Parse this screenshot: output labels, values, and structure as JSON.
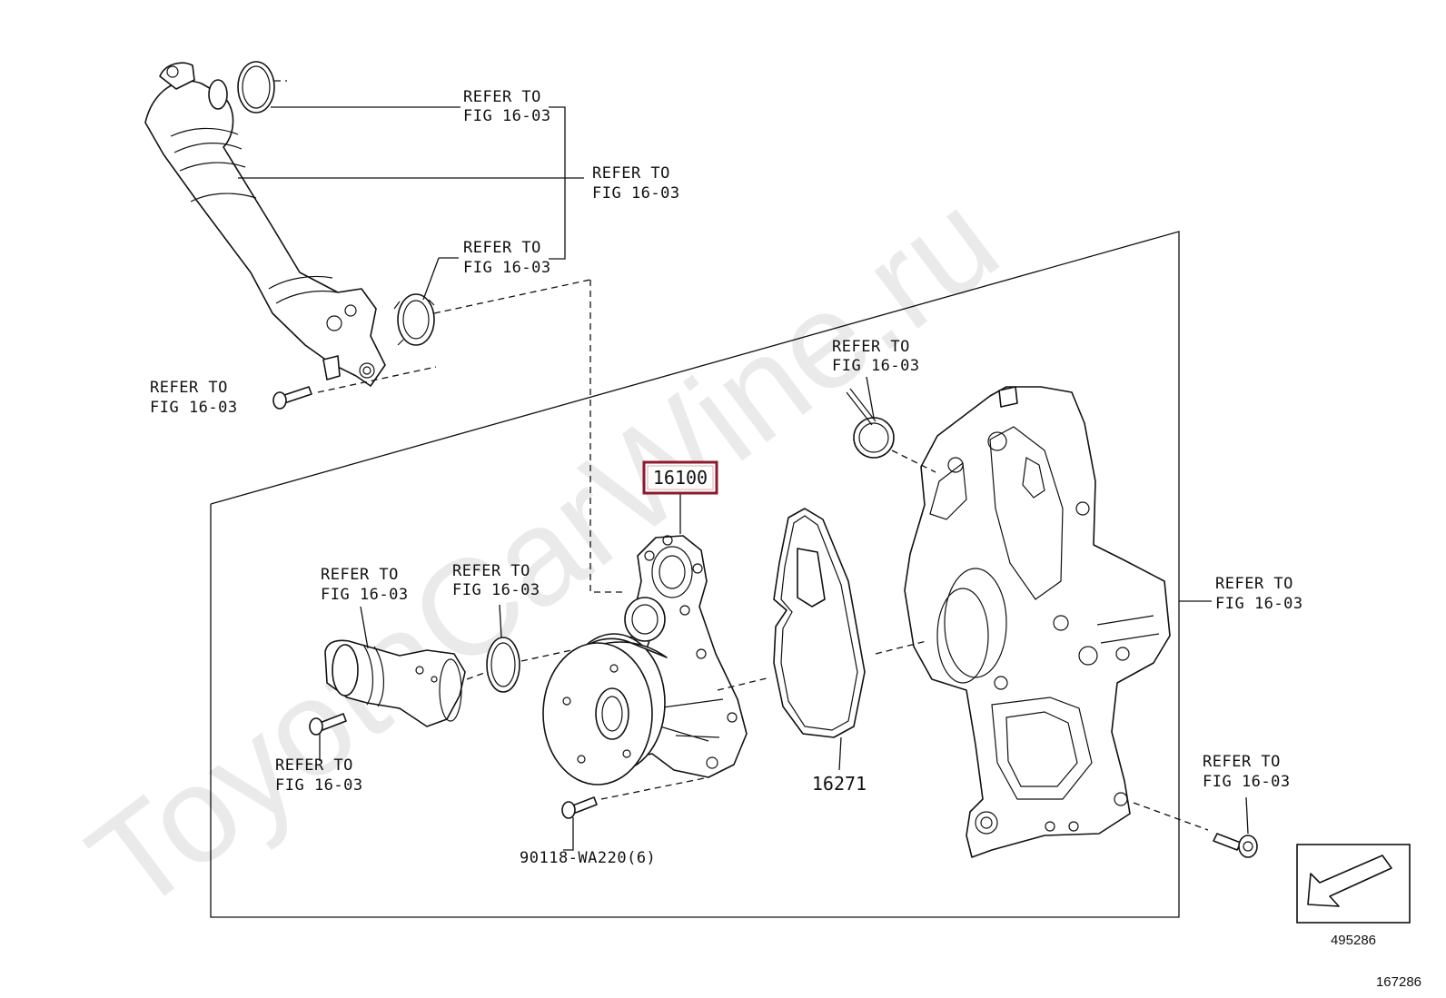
{
  "watermark": "ToyotaCarWine.ru",
  "refer_label": "REFER TO",
  "refer_fig": "FIG 16-03",
  "callouts": {
    "highlighted_part": "16100",
    "gasket": "16271",
    "bolt": "90118-WA220(6)"
  },
  "corner_ids": {
    "direction_box": "495286",
    "page": "167286"
  },
  "colors": {
    "highlight_border": "#8b1a2e",
    "line": "#111111",
    "watermark": "#d9d9d9"
  },
  "icons": [
    "front-direction-arrow-icon"
  ]
}
